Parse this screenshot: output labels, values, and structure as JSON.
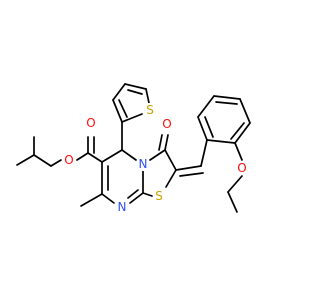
{
  "structure": {
    "atoms": [
      {
        "id": "O_ester_ether",
        "label": "O",
        "color": "#ff0d0d"
      },
      {
        "id": "O_ester_carbonyl",
        "label": "O",
        "color": "#ff0d0d"
      },
      {
        "id": "O_ketone",
        "label": "O",
        "color": "#ff0d0d"
      },
      {
        "id": "O_ethoxy",
        "label": "O",
        "color": "#ff0d0d"
      },
      {
        "id": "N_bridge",
        "label": "N",
        "color": "#3050f8"
      },
      {
        "id": "N_ring",
        "label": "N",
        "color": "#3050f8"
      },
      {
        "id": "S_thiophene",
        "label": "S",
        "color": "#c8a000"
      },
      {
        "id": "S_thiazole",
        "label": "S",
        "color": "#c8a000"
      }
    ]
  }
}
